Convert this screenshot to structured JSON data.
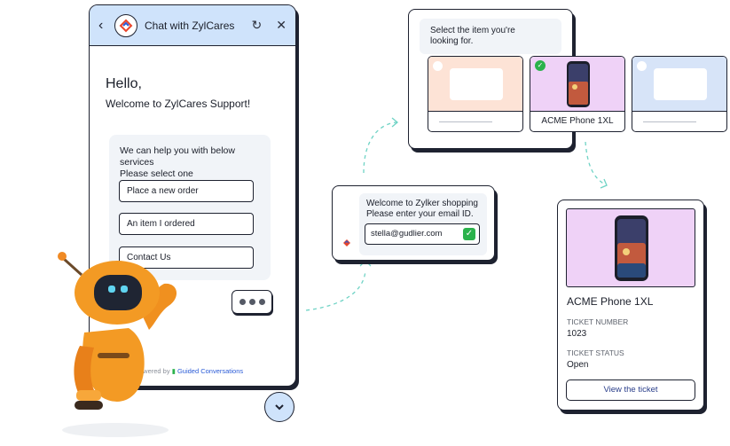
{
  "chat": {
    "title": "Chat with ZylCares",
    "greeting": "Hello,",
    "welcome": "Welcome to ZylCares Support!",
    "services_intro_line1": "We can help you with below services",
    "services_intro_line2": "Please select one",
    "options": [
      "Place a new order",
      "An item I ordered",
      "Contact Us"
    ],
    "powered_prefix": "owered by",
    "powered_brand": "Guided Conversations"
  },
  "email_card": {
    "line1": "Welcome to Zylker shopping",
    "line2": "Please enter your email ID.",
    "email_value": "stella@gudlier.com"
  },
  "select_card": {
    "line1": "Select the item you're",
    "line2": "looking for.",
    "selected_item": "ACME Phone 1XL",
    "tile_colors": [
      "#fde3d6",
      "#efd2f7",
      "#d7e4f8"
    ]
  },
  "ticket_card": {
    "product": "ACME Phone 1XL",
    "ticket_number_label": "TICKET NUMBER",
    "ticket_number": "1023",
    "ticket_status_label": "TICKET STATUS",
    "ticket_status": "Open",
    "button": "View the ticket"
  },
  "colors": {
    "header": "#cfe3fb",
    "accent_green": "#2bb24c",
    "outline": "#1e2230"
  }
}
